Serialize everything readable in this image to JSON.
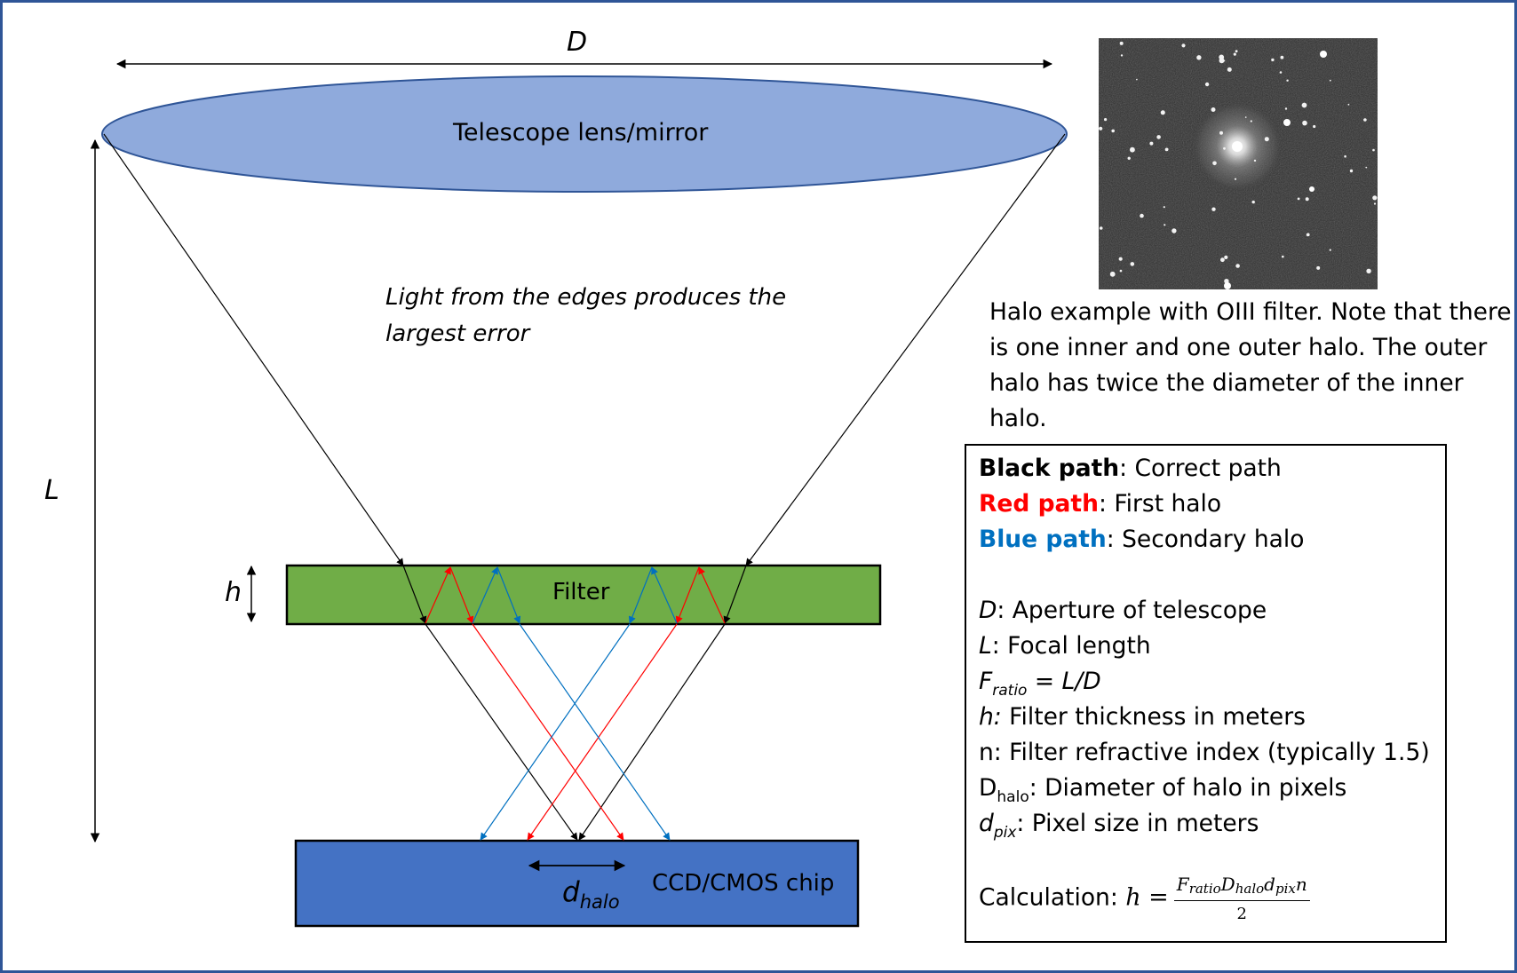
{
  "labels": {
    "aperture_symbol": "D",
    "focal_length_symbol": "L",
    "thickness_symbol": "h",
    "lens": "Telescope lens/mirror",
    "edge_note": "Light from the edges produces the largest error",
    "filter": "Filter",
    "chip": "CCD/CMOS chip",
    "halo_distance_main": "d",
    "halo_distance_sub": "halo"
  },
  "halo_image": {
    "alt": "Star field with halo around bright star (OIII filter)"
  },
  "halo_caption": "Halo example with OIII filter. Note that there is one inner and one outer halo. The outer halo has twice the diameter of the inner halo.",
  "colors": {
    "lens_fill": "#8faadc",
    "lens_stroke": "#2f5597",
    "filter_fill": "#70ad47",
    "chip_fill": "#4472c4",
    "frame": "#2f5597",
    "correct_path": "#000000",
    "first_halo_path": "#ff0000",
    "secondary_halo_path": "#0070c0"
  },
  "legend": {
    "paths": [
      {
        "key": "Black path",
        "desc": ": Correct path"
      },
      {
        "key": "Red path",
        "desc": ": First halo"
      },
      {
        "key": "Blue path",
        "desc": ": Secondary halo"
      }
    ],
    "definitions": {
      "D": {
        "sym": "D",
        "desc": ": Aperture of telescope"
      },
      "L": {
        "sym": "L",
        "desc": ": Focal length"
      },
      "F": {
        "sym": "F",
        "sub": "ratio",
        "desc": " = L/D"
      },
      "h": {
        "sym": "h:",
        "desc": " Filter thickness in meters"
      },
      "n": {
        "text": "n: Filter refractive index (typically 1.5)"
      },
      "Dhalo": {
        "sym": "D",
        "sub": "halo",
        "desc": ": Diameter of halo in pixels"
      },
      "dpix": {
        "sym": "d",
        "sub": "pix",
        "desc": ": Pixel size in meters"
      }
    },
    "calculation": {
      "label": "Calculation: ",
      "lhs": "h =",
      "num_F": "F",
      "num_F_sub": "ratio",
      "num_D": "D",
      "num_D_sub": "halo",
      "num_d": "d",
      "num_d_sub": "pix",
      "num_n": "n",
      "den": "2"
    }
  }
}
